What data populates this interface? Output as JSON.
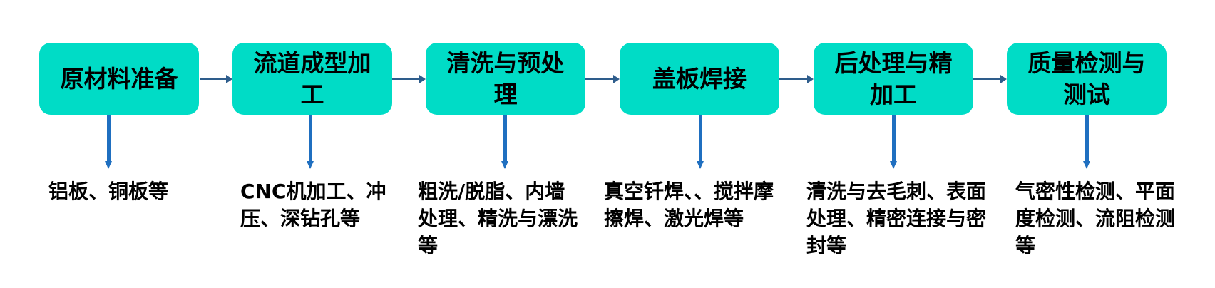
{
  "colors": {
    "box_fill": "#00DCC6",
    "horizontal_arrow": "#2E5D8C",
    "vertical_arrow": "#1F6FC0",
    "text": "#000000"
  },
  "steps": [
    {
      "title": "原材料准备",
      "detail": "铝板、铜板等"
    },
    {
      "title": "流道成型加工",
      "detail": "CNC机加工、冲压、深钻孔等"
    },
    {
      "title": "清洗与预处理",
      "detail": "粗洗/脱脂、内墙处理、精洗与漂洗等"
    },
    {
      "title": "盖板焊接",
      "detail": "真空钎焊、、搅拌摩擦焊、激光焊等"
    },
    {
      "title": "后处理与精加工",
      "detail": "清洗与去毛刺、表面处理、精密连接与密封等"
    },
    {
      "title": "质量检测与测试",
      "detail": "气密性检测、平面度检测、流阻检测等"
    }
  ]
}
